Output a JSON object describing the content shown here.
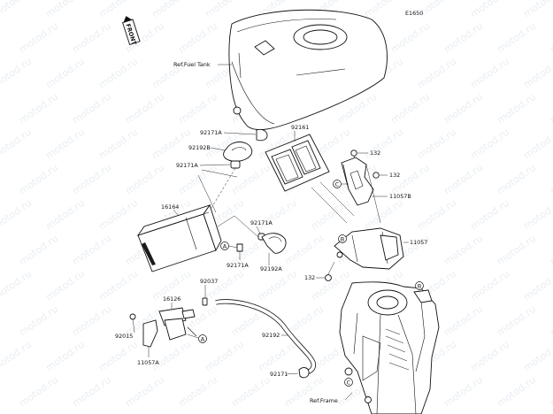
{
  "diagram_code": "E1650",
  "watermark_text": "motod.ru",
  "front_label": "FRONT",
  "references": {
    "fuel_tank": "Ref.Fuel Tank",
    "frame": "Ref.Frame"
  },
  "part_labels": {
    "p92171a_top": "92171A",
    "p92192b": "92192B",
    "p92171a_mid": "92171A",
    "p92161": "92161",
    "p132_top": "132",
    "p132_mid": "132",
    "p11057b": "11057B",
    "p16164": "16164",
    "p92171a_r": "92171A",
    "p92171a_low": "92171A",
    "p92192a": "92192A",
    "p11057": "11057",
    "p132_low": "132",
    "p92037": "92037",
    "p16126": "16126",
    "p92015": "92015",
    "p11057a": "11057A",
    "p92192": "92192",
    "p92171_bottom": "92171"
  },
  "callouts": {
    "a1": "A",
    "a2": "A",
    "b1": "B",
    "b2": "B",
    "c1": "C",
    "c2": "C"
  }
}
